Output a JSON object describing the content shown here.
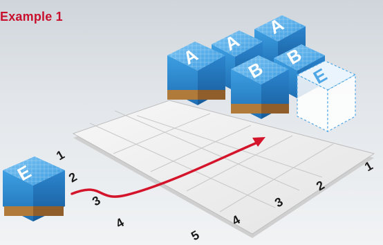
{
  "title": "Example 1",
  "colors": {
    "title_red": "#c8102e",
    "box_blue": "#2f8fd6",
    "arrow_red": "#d4142a",
    "pallet_brown": "#b07a3a"
  },
  "pallets": [
    {
      "label": "A"
    },
    {
      "label": "A"
    },
    {
      "label": "A"
    },
    {
      "label": "B"
    },
    {
      "label": "B"
    },
    {
      "label": "E",
      "state": "target-empty"
    },
    {
      "label": "E",
      "state": "incoming"
    }
  ],
  "grid": {
    "left_row_labels": [
      "1",
      "2",
      "3",
      "4",
      "5"
    ],
    "right_row_labels": [
      "1",
      "2",
      "3",
      "4"
    ]
  }
}
